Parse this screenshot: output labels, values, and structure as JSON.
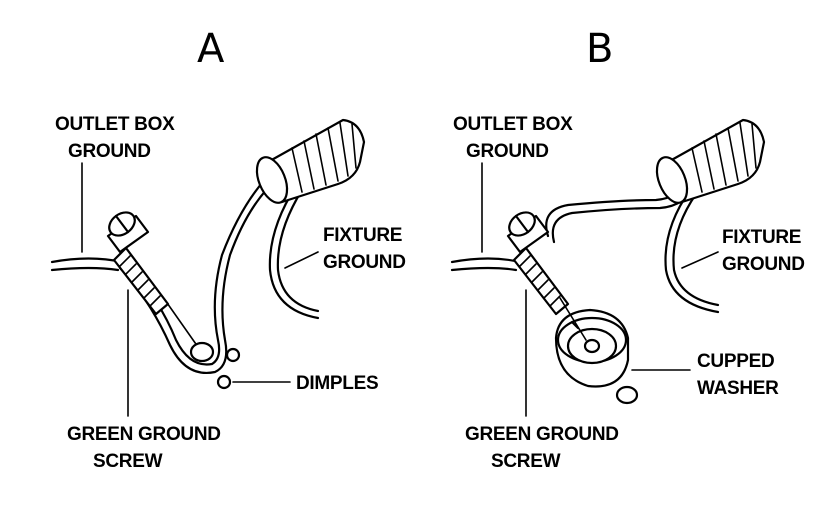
{
  "panels": [
    {
      "letter": "A",
      "labels": {
        "outlet_box_ground": [
          "OUTLET BOX",
          "GROUND"
        ],
        "fixture_ground": [
          "FIXTURE",
          "GROUND"
        ],
        "dimples": "DIMPLES",
        "green_ground_screw": [
          "GREEN GROUND",
          "SCREW"
        ]
      }
    },
    {
      "letter": "B",
      "labels": {
        "outlet_box_ground": [
          "OUTLET BOX",
          "GROUND"
        ],
        "fixture_ground": [
          "FIXTURE",
          "GROUND"
        ],
        "cupped_washer": [
          "CUPPED",
          "WASHER"
        ],
        "green_ground_screw": [
          "GREEN GROUND",
          "SCREW"
        ]
      }
    }
  ]
}
